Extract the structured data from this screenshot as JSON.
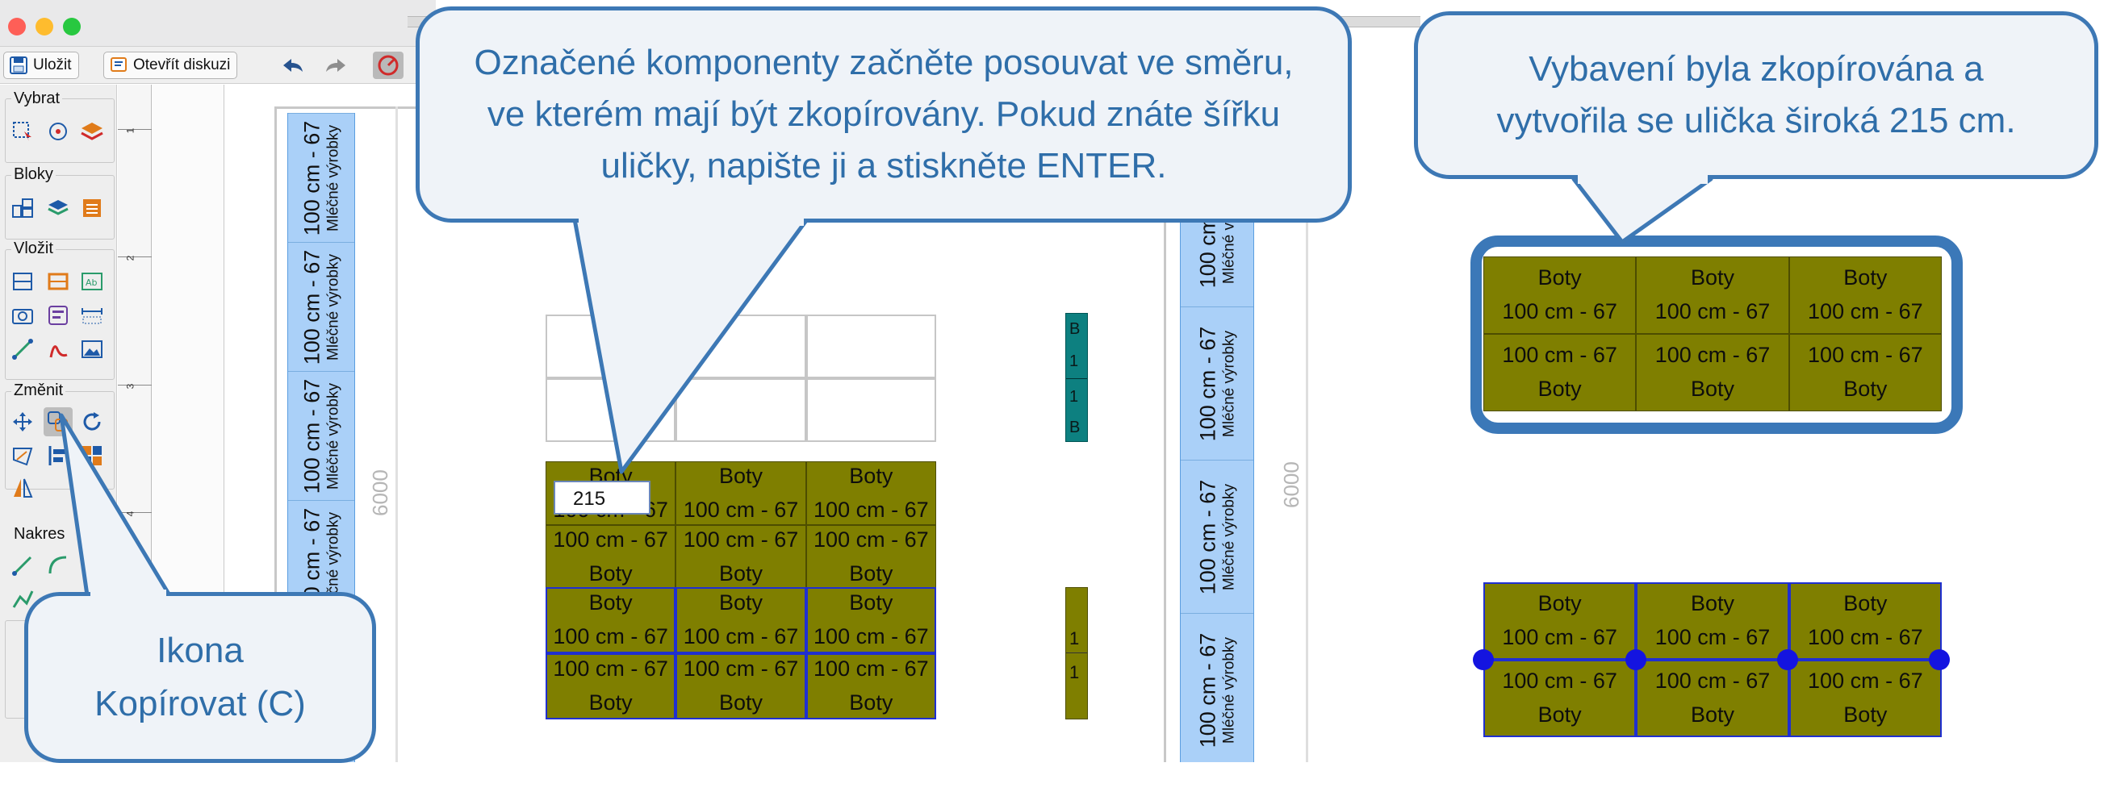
{
  "toolbar": {
    "save_label": "Uložit",
    "discussion_label": "Otevřít diskuzi"
  },
  "palette": {
    "groups": [
      "Vybrat",
      "Bloky",
      "Vložit",
      "Změnit",
      "Nakres"
    ]
  },
  "ruler": {
    "marks": [
      "1",
      "2",
      "3",
      "4"
    ]
  },
  "canvas": {
    "dimension_label": "6000",
    "distance_input_value": "215",
    "shelf_cell": {
      "size": "100 cm - 67",
      "category": "Mléčné výrobky"
    },
    "product_cell": {
      "name": "Boty",
      "size": "100 cm - 67"
    },
    "teal_fragments": {
      "name_frag": "B",
      "size_frag": "1"
    }
  },
  "callouts": {
    "instruction": "Označené komponenty začněte posouvat ve směru, ve kterém mají být zkopírovány. Pokud znáte šířku uličky, napište ji a stiskněte ENTER.",
    "result": "Vybavení byla zkopírována a vytvořila se ulička široká 215 cm.",
    "icon_label": "Ikona Kopírovat (C)"
  },
  "colors": {
    "callout_border": "#3d78b5",
    "callout_text": "#2f6ea9",
    "shelf_blue": "#aad0f8",
    "olive": "#7f7f00",
    "selection": "#1f2fd0"
  }
}
